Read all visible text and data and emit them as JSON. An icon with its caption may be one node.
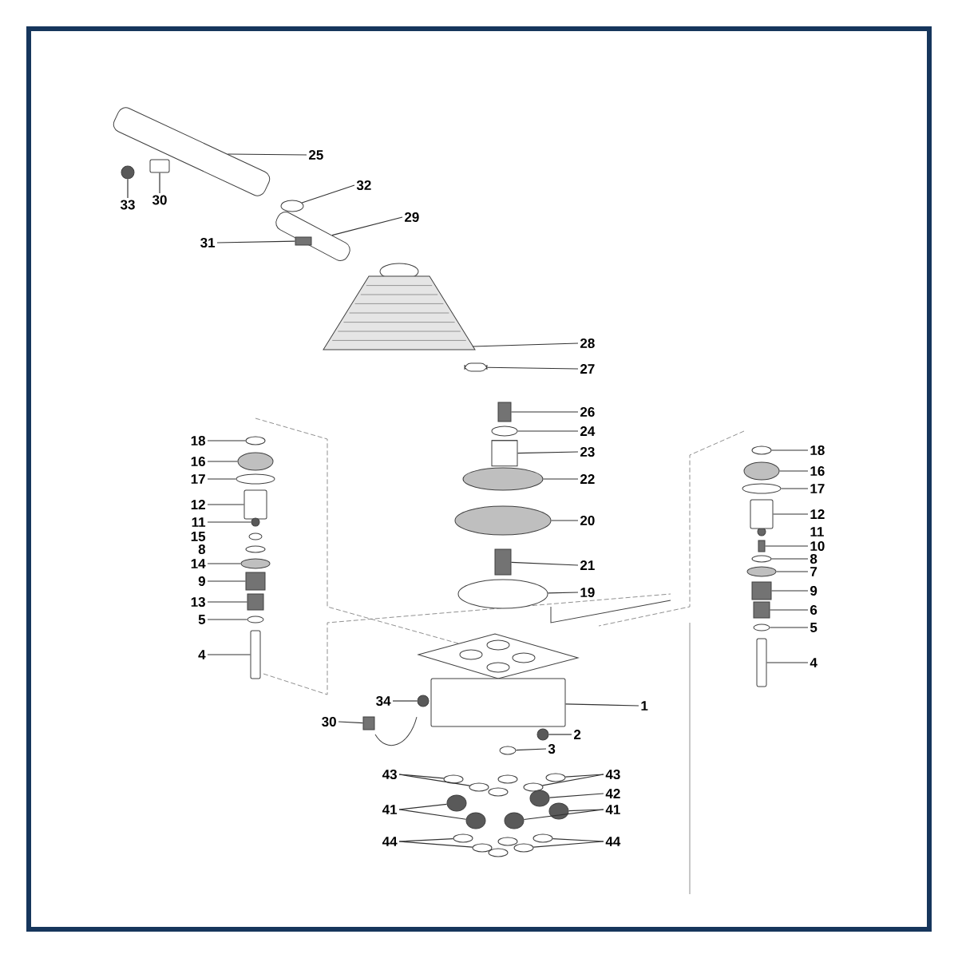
{
  "diagram": {
    "nodes": [
      {
        "text": [
          "25"
        ]
      },
      {
        "text": [
          "33"
        ]
      },
      {
        "text": [
          "30"
        ]
      },
      {
        "text": [
          "32"
        ]
      },
      {
        "text": [
          "29"
        ]
      },
      {
        "text": [
          "31"
        ]
      },
      {
        "text": [
          "28"
        ]
      },
      {
        "text": [
          "27"
        ]
      },
      {
        "text": [
          "26"
        ]
      },
      {
        "text": [
          "24"
        ]
      },
      {
        "text": [
          "23"
        ]
      },
      {
        "text": [
          "18"
        ]
      },
      {
        "text": [
          "18"
        ]
      },
      {
        "text": [
          "16"
        ]
      },
      {
        "text": [
          "16"
        ]
      },
      {
        "text": [
          "17"
        ]
      },
      {
        "text": [
          "17"
        ]
      },
      {
        "text": [
          "22"
        ]
      },
      {
        "text": [
          "12"
        ]
      },
      {
        "text": [
          "12"
        ]
      },
      {
        "text": [
          "11"
        ]
      },
      {
        "text": [
          "20"
        ]
      },
      {
        "text": [
          "11"
        ]
      },
      {
        "text": [
          "15"
        ]
      },
      {
        "text": [
          "10"
        ]
      },
      {
        "text": [
          "8"
        ]
      },
      {
        "text": [
          "8"
        ]
      },
      {
        "text": [
          "14"
        ]
      },
      {
        "text": [
          "7"
        ]
      },
      {
        "text": [
          "9"
        ]
      },
      {
        "text": [
          "21"
        ]
      },
      {
        "text": [
          "9"
        ]
      },
      {
        "text": [
          "19"
        ]
      },
      {
        "text": [
          "13"
        ]
      },
      {
        "text": [
          "6"
        ]
      },
      {
        "text": [
          "5"
        ]
      },
      {
        "text": [
          "5"
        ]
      },
      {
        "text": [
          "4"
        ]
      },
      {
        "text": [
          "4"
        ]
      },
      {
        "text": [
          "34"
        ]
      },
      {
        "text": [
          "1"
        ]
      },
      {
        "text": [
          "30"
        ]
      },
      {
        "text": [
          "2"
        ]
      },
      {
        "text": [
          "3"
        ]
      },
      {
        "text": [
          "43"
        ]
      },
      {
        "text": [
          "43"
        ]
      },
      {
        "text": [
          "42"
        ]
      },
      {
        "text": [
          "41"
        ]
      },
      {
        "text": [
          "41"
        ]
      },
      {
        "text": [
          "44"
        ]
      },
      {
        "text": [
          "44"
        ]
      },
      {
        "text": [],
        "shape": "bar"
      },
      {
        "text": [],
        "shape": "ball"
      },
      {
        "text": [],
        "shape": "box"
      },
      {
        "text": [],
        "shape": "ring"
      },
      {
        "text": [],
        "shape": "bar"
      },
      {
        "text": [],
        "shape": "block",
        "in": 55
      },
      {
        "text": [],
        "shape": "trapezium"
      },
      {
        "text": [],
        "shape": "bar"
      },
      {
        "text": [],
        "shape": "block"
      },
      {
        "text": [],
        "shape": "ring"
      },
      {
        "text": [],
        "shape": "cylinder"
      },
      {
        "text": [],
        "shape": "ring"
      },
      {
        "text": [],
        "shape": "ring"
      },
      {
        "text": [],
        "shape": "disc"
      },
      {
        "text": [],
        "shape": "disc"
      },
      {
        "text": [],
        "shape": "ring"
      },
      {
        "text": [],
        "shape": "ring"
      },
      {
        "text": [],
        "shape": "disc"
      },
      {
        "text": [],
        "shape": "box"
      },
      {
        "text": [],
        "shape": "box"
      },
      {
        "text": [],
        "shape": "ball"
      },
      {
        "text": [],
        "shape": "disc"
      },
      {
        "text": [],
        "shape": "block"
      },
      {
        "text": [],
        "shape": "ring"
      },
      {
        "text": [],
        "shape": "disc"
      },
      {
        "text": [],
        "shape": "disc"
      },
      {
        "text": [],
        "shape": "block"
      },
      {
        "text": [],
        "shape": "block"
      },
      {
        "text": [],
        "shape": "block"
      },
      {
        "text": [],
        "shape": "ring"
      },
      {
        "text": [],
        "shape": "block"
      },
      {
        "text": [],
        "shape": "block"
      },
      {
        "text": [],
        "shape": "ring"
      },
      {
        "text": [],
        "shape": "ring"
      },
      {
        "text": [],
        "shape": "box"
      },
      {
        "text": [],
        "shape": "box"
      },
      {
        "text": [],
        "shape": "ball"
      },
      {
        "text": [],
        "shape": "box"
      },
      {
        "text": [],
        "shape": "block"
      },
      {
        "text": [],
        "shape": "ball"
      },
      {
        "text": [],
        "shape": "ring"
      },
      {
        "text": [],
        "shape": "ring"
      },
      {
        "text": [],
        "shape": "ring"
      },
      {
        "text": [],
        "shape": "ring"
      },
      {
        "text": [],
        "shape": "ring"
      },
      {
        "text": [],
        "shape": "ball"
      },
      {
        "text": [],
        "shape": "ball"
      },
      {
        "text": [],
        "shape": "ball"
      },
      {
        "text": [],
        "shape": "ball"
      },
      {
        "text": [],
        "shape": "ball"
      },
      {
        "text": [],
        "shape": "ring"
      },
      {
        "text": [],
        "shape": "ring"
      },
      {
        "text": [],
        "shape": "ring"
      },
      {
        "text": [],
        "shape": "ring"
      }
    ],
    "edges": [
      {
        "from": 0,
        "to": 51,
        "arrow": "none"
      },
      {
        "from": 1,
        "to": 52,
        "arrow": "none"
      },
      {
        "from": 2,
        "to": 53,
        "arrow": "none"
      },
      {
        "from": 3,
        "to": 54,
        "arrow": "none"
      },
      {
        "from": 4,
        "to": 55,
        "arrow": "none"
      },
      {
        "from": 5,
        "to": 56,
        "arrow": "none"
      },
      {
        "from": 6,
        "to": 57,
        "arrow": "none"
      },
      {
        "from": 7,
        "to": 58,
        "arrow": "none"
      },
      {
        "from": 8,
        "to": 59,
        "arrow": "none"
      },
      {
        "from": 9,
        "to": 60,
        "arrow": "none"
      },
      {
        "from": 10,
        "to": 61,
        "arrow": "none"
      },
      {
        "from": 11,
        "to": 62,
        "arrow": "none"
      },
      {
        "from": 12,
        "to": 63,
        "arrow": "none"
      },
      {
        "from": 13,
        "to": 64,
        "arrow": "none"
      },
      {
        "from": 14,
        "to": 65,
        "arrow": "none"
      },
      {
        "from": 15,
        "to": 66,
        "arrow": "none"
      },
      {
        "from": 16,
        "to": 67,
        "arrow": "none"
      },
      {
        "from": 17,
        "to": 68,
        "arrow": "none"
      },
      {
        "from": 18,
        "to": 69,
        "arrow": "none"
      },
      {
        "from": 19,
        "to": 70,
        "arrow": "none"
      },
      {
        "from": 20,
        "to": 71,
        "arrow": "none"
      },
      {
        "from": 21,
        "to": 72,
        "arrow": "none"
      },
      {
        "from": 24,
        "to": 73,
        "arrow": "none"
      },
      {
        "from": 26,
        "to": 74,
        "arrow": "none"
      },
      {
        "from": 27,
        "to": 75,
        "arrow": "none"
      },
      {
        "from": 28,
        "to": 76,
        "arrow": "none"
      },
      {
        "from": 29,
        "to": 77,
        "arrow": "none"
      },
      {
        "from": 30,
        "to": 78,
        "arrow": "none"
      },
      {
        "from": 31,
        "to": 79,
        "arrow": "none"
      },
      {
        "from": 32,
        "to": 80,
        "arrow": "none"
      },
      {
        "from": 33,
        "to": 81,
        "arrow": "none"
      },
      {
        "from": 34,
        "to": 82,
        "arrow": "none"
      },
      {
        "from": 35,
        "to": 83,
        "arrow": "none"
      },
      {
        "from": 36,
        "to": 84,
        "arrow": "none"
      },
      {
        "from": 37,
        "to": 85,
        "arrow": "none"
      },
      {
        "from": 38,
        "to": 86,
        "arrow": "none"
      },
      {
        "from": 39,
        "to": 87,
        "arrow": "none"
      },
      {
        "from": 40,
        "to": 88,
        "arrow": "none"
      },
      {
        "from": 41,
        "to": 89,
        "arrow": "none"
      },
      {
        "from": 42,
        "to": 90,
        "arrow": "none"
      },
      {
        "from": 43,
        "to": 91,
        "arrow": "none"
      },
      {
        "from": 44,
        "to": 92,
        "arrow": "none"
      },
      {
        "from": 44,
        "to": 93,
        "arrow": "none"
      },
      {
        "from": 45,
        "to": 94,
        "arrow": "none"
      },
      {
        "from": 45,
        "to": 95,
        "arrow": "none"
      },
      {
        "from": 46,
        "to": 96,
        "arrow": "none"
      },
      {
        "from": 47,
        "to": 97,
        "arrow": "none"
      },
      {
        "from": 47,
        "to": 98,
        "arrow": "none"
      },
      {
        "from": 48,
        "to": 99,
        "arrow": "none"
      },
      {
        "from": 48,
        "to": 100,
        "arrow": "none"
      },
      {
        "from": 49,
        "to": 101,
        "arrow": "none"
      },
      {
        "from": 49,
        "to": 102,
        "arrow": "none"
      },
      {
        "from": 50,
        "to": 103,
        "arrow": "none"
      },
      {
        "from": 50,
        "to": 104,
        "arrow": "none"
      }
    ]
  }
}
